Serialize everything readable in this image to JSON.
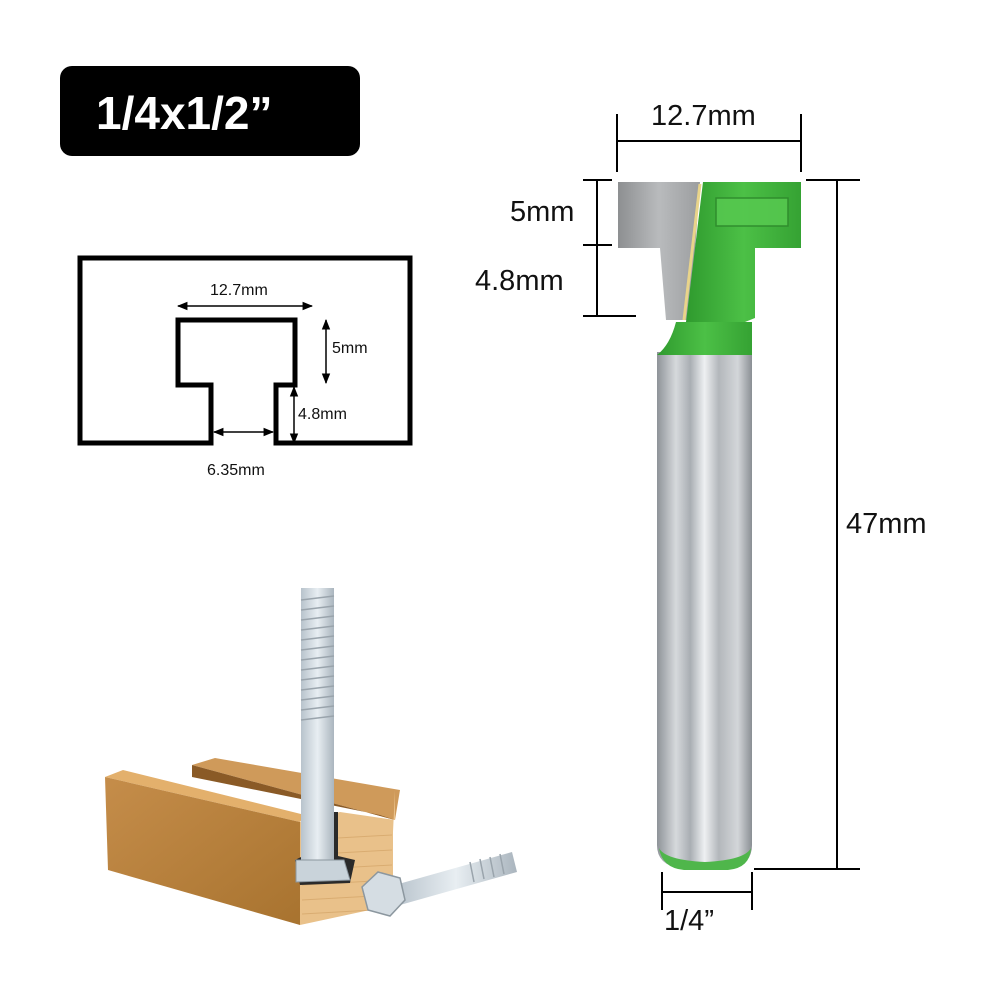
{
  "title": {
    "label": "1/4x1/2”"
  },
  "profile_diagram": {
    "top_width": "12.7mm",
    "top_height": "5mm",
    "neck_height": "4.8mm",
    "neck_width": "6.35mm"
  },
  "bit_dimensions": {
    "cutter_diameter": "12.7mm",
    "cutter_height": "5mm",
    "neck_height": "4.8mm",
    "overall_length": "47mm",
    "shank_diameter": "1/4”"
  },
  "colors": {
    "badge_bg": "#000000",
    "badge_text": "#ffffff",
    "bit_green": "#3fb03a",
    "carbide_gray": "#9a9a9a",
    "shank_silver": "#c4c8cc",
    "wood": "#d9a05a"
  }
}
